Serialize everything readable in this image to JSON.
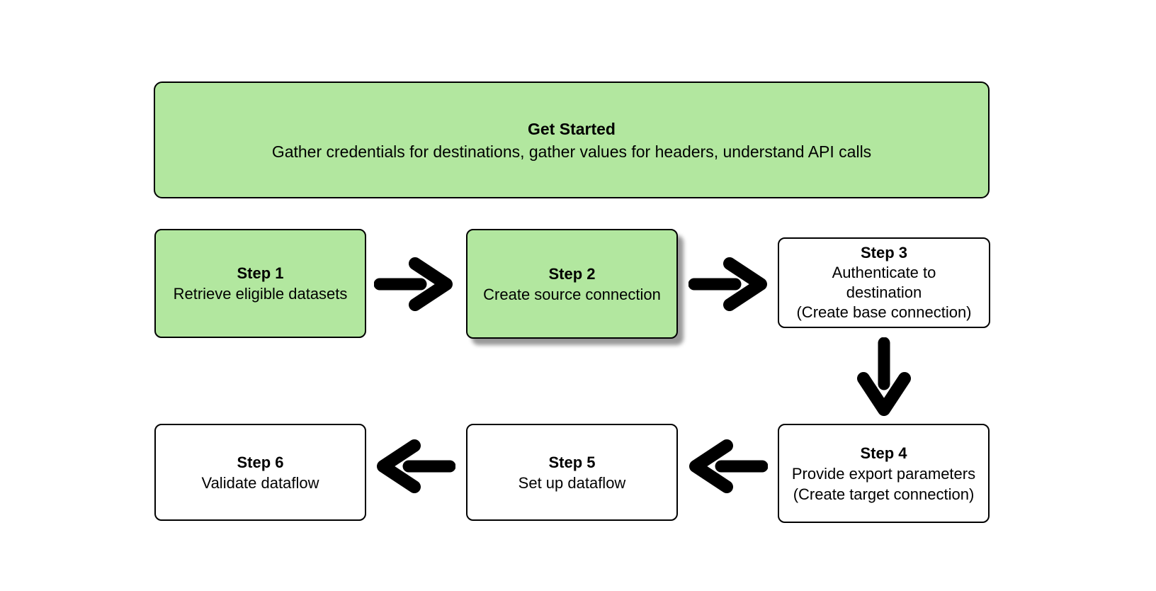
{
  "diagram": {
    "get_started": {
      "title": "Get Started",
      "description": "Gather credentials for destinations, gather values for headers, understand API calls"
    },
    "steps": [
      {
        "title": "Step 1",
        "lines": [
          "Retrieve eligible datasets"
        ]
      },
      {
        "title": "Step 2",
        "lines": [
          "Create source connection"
        ]
      },
      {
        "title": "Step 3",
        "lines": [
          "Authenticate to",
          "destination",
          "(Create base connection)"
        ]
      },
      {
        "title": "Step 4",
        "lines": [
          "Provide export parameters",
          "(Create target connection)"
        ]
      },
      {
        "title": "Step 5",
        "lines": [
          "Set up dataflow"
        ]
      },
      {
        "title": "Step 6",
        "lines": [
          "Validate dataflow"
        ]
      }
    ],
    "colors": {
      "highlight_fill": "#b2e79f",
      "default_fill": "#ffffff",
      "border": "#000000",
      "arrow": "#000000",
      "background": "#ffffff"
    }
  }
}
